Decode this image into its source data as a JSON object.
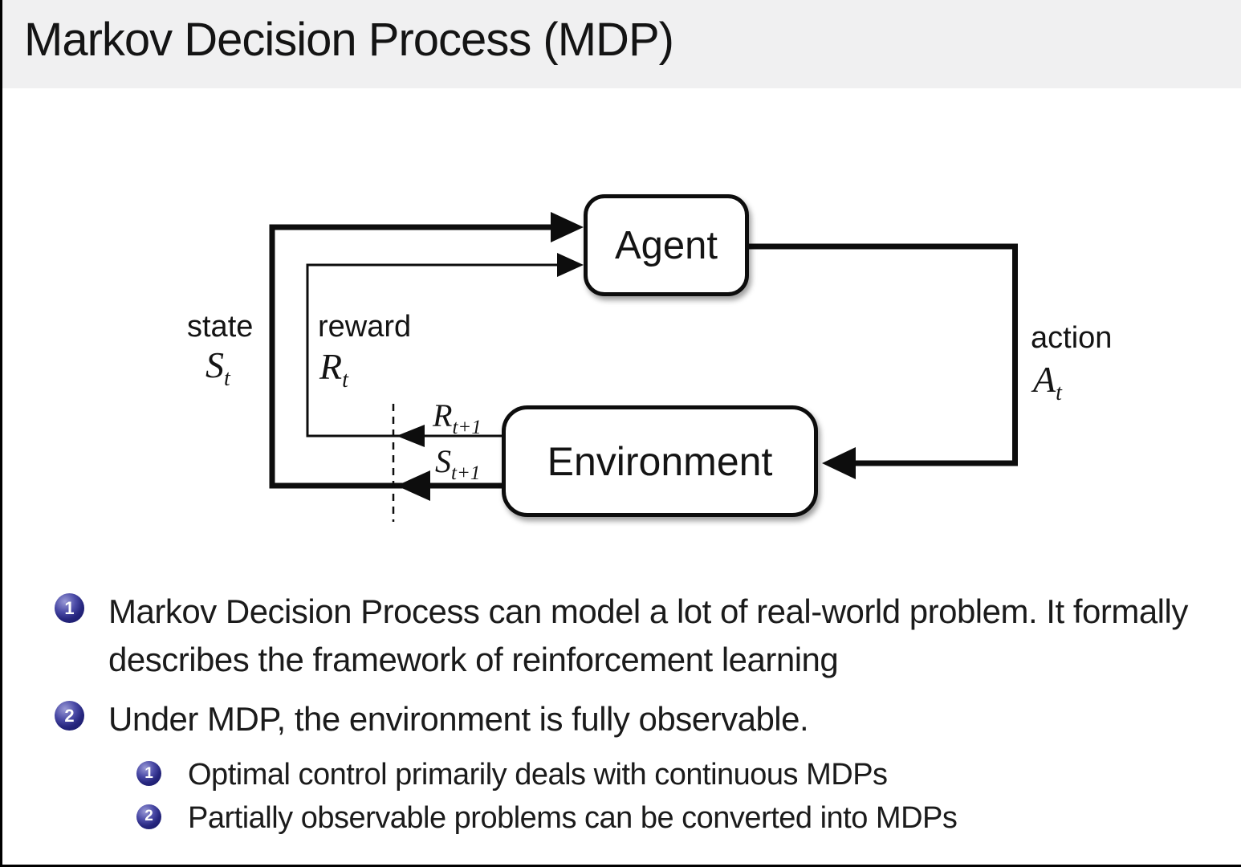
{
  "colors": {
    "title_bar_bg": "#f0f0f1",
    "slide_bg": "#ffffff",
    "text": "#1b1b1b",
    "bullet_ball": "#26267e",
    "diagram_line": "#0d0d0d"
  },
  "title": {
    "text": "Markov Decision Process (MDP)"
  },
  "diagram": {
    "agent_label": "Agent",
    "environment_label": "Environment",
    "state": {
      "word": "state",
      "symbol": "S",
      "subscript": "t"
    },
    "reward": {
      "word": "reward",
      "symbol": "R",
      "subscript": "t"
    },
    "action": {
      "word": "action",
      "symbol": "A",
      "subscript": "t"
    },
    "next_reward": {
      "symbol": "R",
      "subscript": "t+1"
    },
    "next_state": {
      "symbol": "S",
      "subscript": "t+1"
    }
  },
  "bullets": [
    {
      "marker": "1",
      "text": "Markov Decision Process can model a lot of real-world problem. It formally describes the framework of reinforcement learning"
    },
    {
      "marker": "2",
      "text": "Under MDP, the environment is fully observable.",
      "sub": [
        {
          "marker": "1",
          "text": "Optimal control primarily deals with continuous MDPs"
        },
        {
          "marker": "2",
          "text": "Partially observable problems can be converted into MDPs"
        }
      ]
    }
  ]
}
